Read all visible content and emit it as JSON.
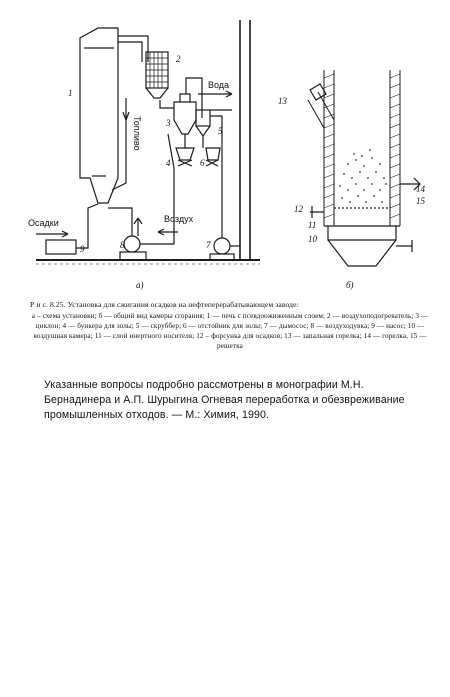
{
  "figure": {
    "labels": {
      "n1": "1",
      "n2": "2",
      "n3": "3",
      "n4": "4",
      "n5": "5",
      "n6": "6",
      "n7": "7",
      "n8": "8",
      "n9": "9",
      "n10": "10",
      "n11": "11",
      "n12": "12",
      "n13": "13",
      "n14": "14",
      "n15": "15"
    },
    "words": {
      "water": "Вода",
      "fuel": "Топливо",
      "sludge": "Осадки",
      "air": "Воздух"
    },
    "panel_a": "а)",
    "panel_b": "б)"
  },
  "caption": {
    "title": "Р и с. 8.25. Установка для сжигания осадков на нефтеперерабатывающем заводе:",
    "legend": "а – схема установки; б — общий вид камеры сгорания; 1 — печь с псевдоожиженным слоем; 2 — воздухоподогреватель; 3 — циклон; 4 — бункера для золы; 5 — скруббер; 6 — отстойник для золы; 7 — дымосос; 8 — воздуходувка; 9 — насос; 10 — воздушная камера; 11 — слой инертного носителя; 12 – форсунка для осадков; 13 — запальная горелка; 14 — горелка, 15 — решетка"
  },
  "body": {
    "paragraph": "Указанные вопросы подробно рассмотрены в монографии М.Н. Бернадинера и А.П. Шурыгина Огневая переработка и обезвреживание промышленных отходов. — М.: Химия, 1990."
  }
}
